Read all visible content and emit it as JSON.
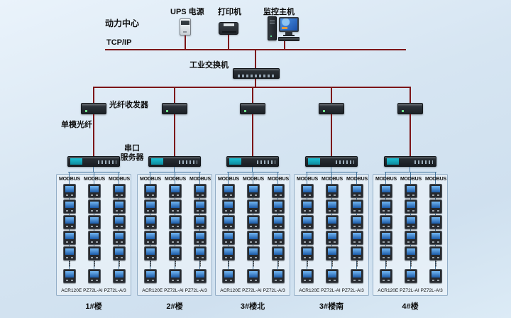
{
  "diagram": {
    "site_label": "动力中心",
    "bus_label": "TCP/IP",
    "devices": {
      "ups_label": "UPS 电源",
      "printer_label": "打印机",
      "host_label": "监控主机",
      "switch_label": "工业交换机",
      "transceiver_label": "光纤收发器",
      "fiber_label": "单模光纤",
      "serial_label_line1": "串口",
      "serial_label_line2": "服务器"
    },
    "protocol_label": "MODBUS",
    "ellipsis": "⋮",
    "meter_models": [
      "ACR120E",
      "PZ72L-AI",
      "PZ72L-A/3"
    ],
    "groups": [
      {
        "building": "1#楼"
      },
      {
        "building": "2#楼"
      },
      {
        "building": "3#楼北"
      },
      {
        "building": "3#楼南"
      },
      {
        "building": "4#楼"
      }
    ],
    "colors": {
      "backbone_line": "#7c1518",
      "field_line": "#44759e",
      "background": "#d8e6f3"
    }
  }
}
